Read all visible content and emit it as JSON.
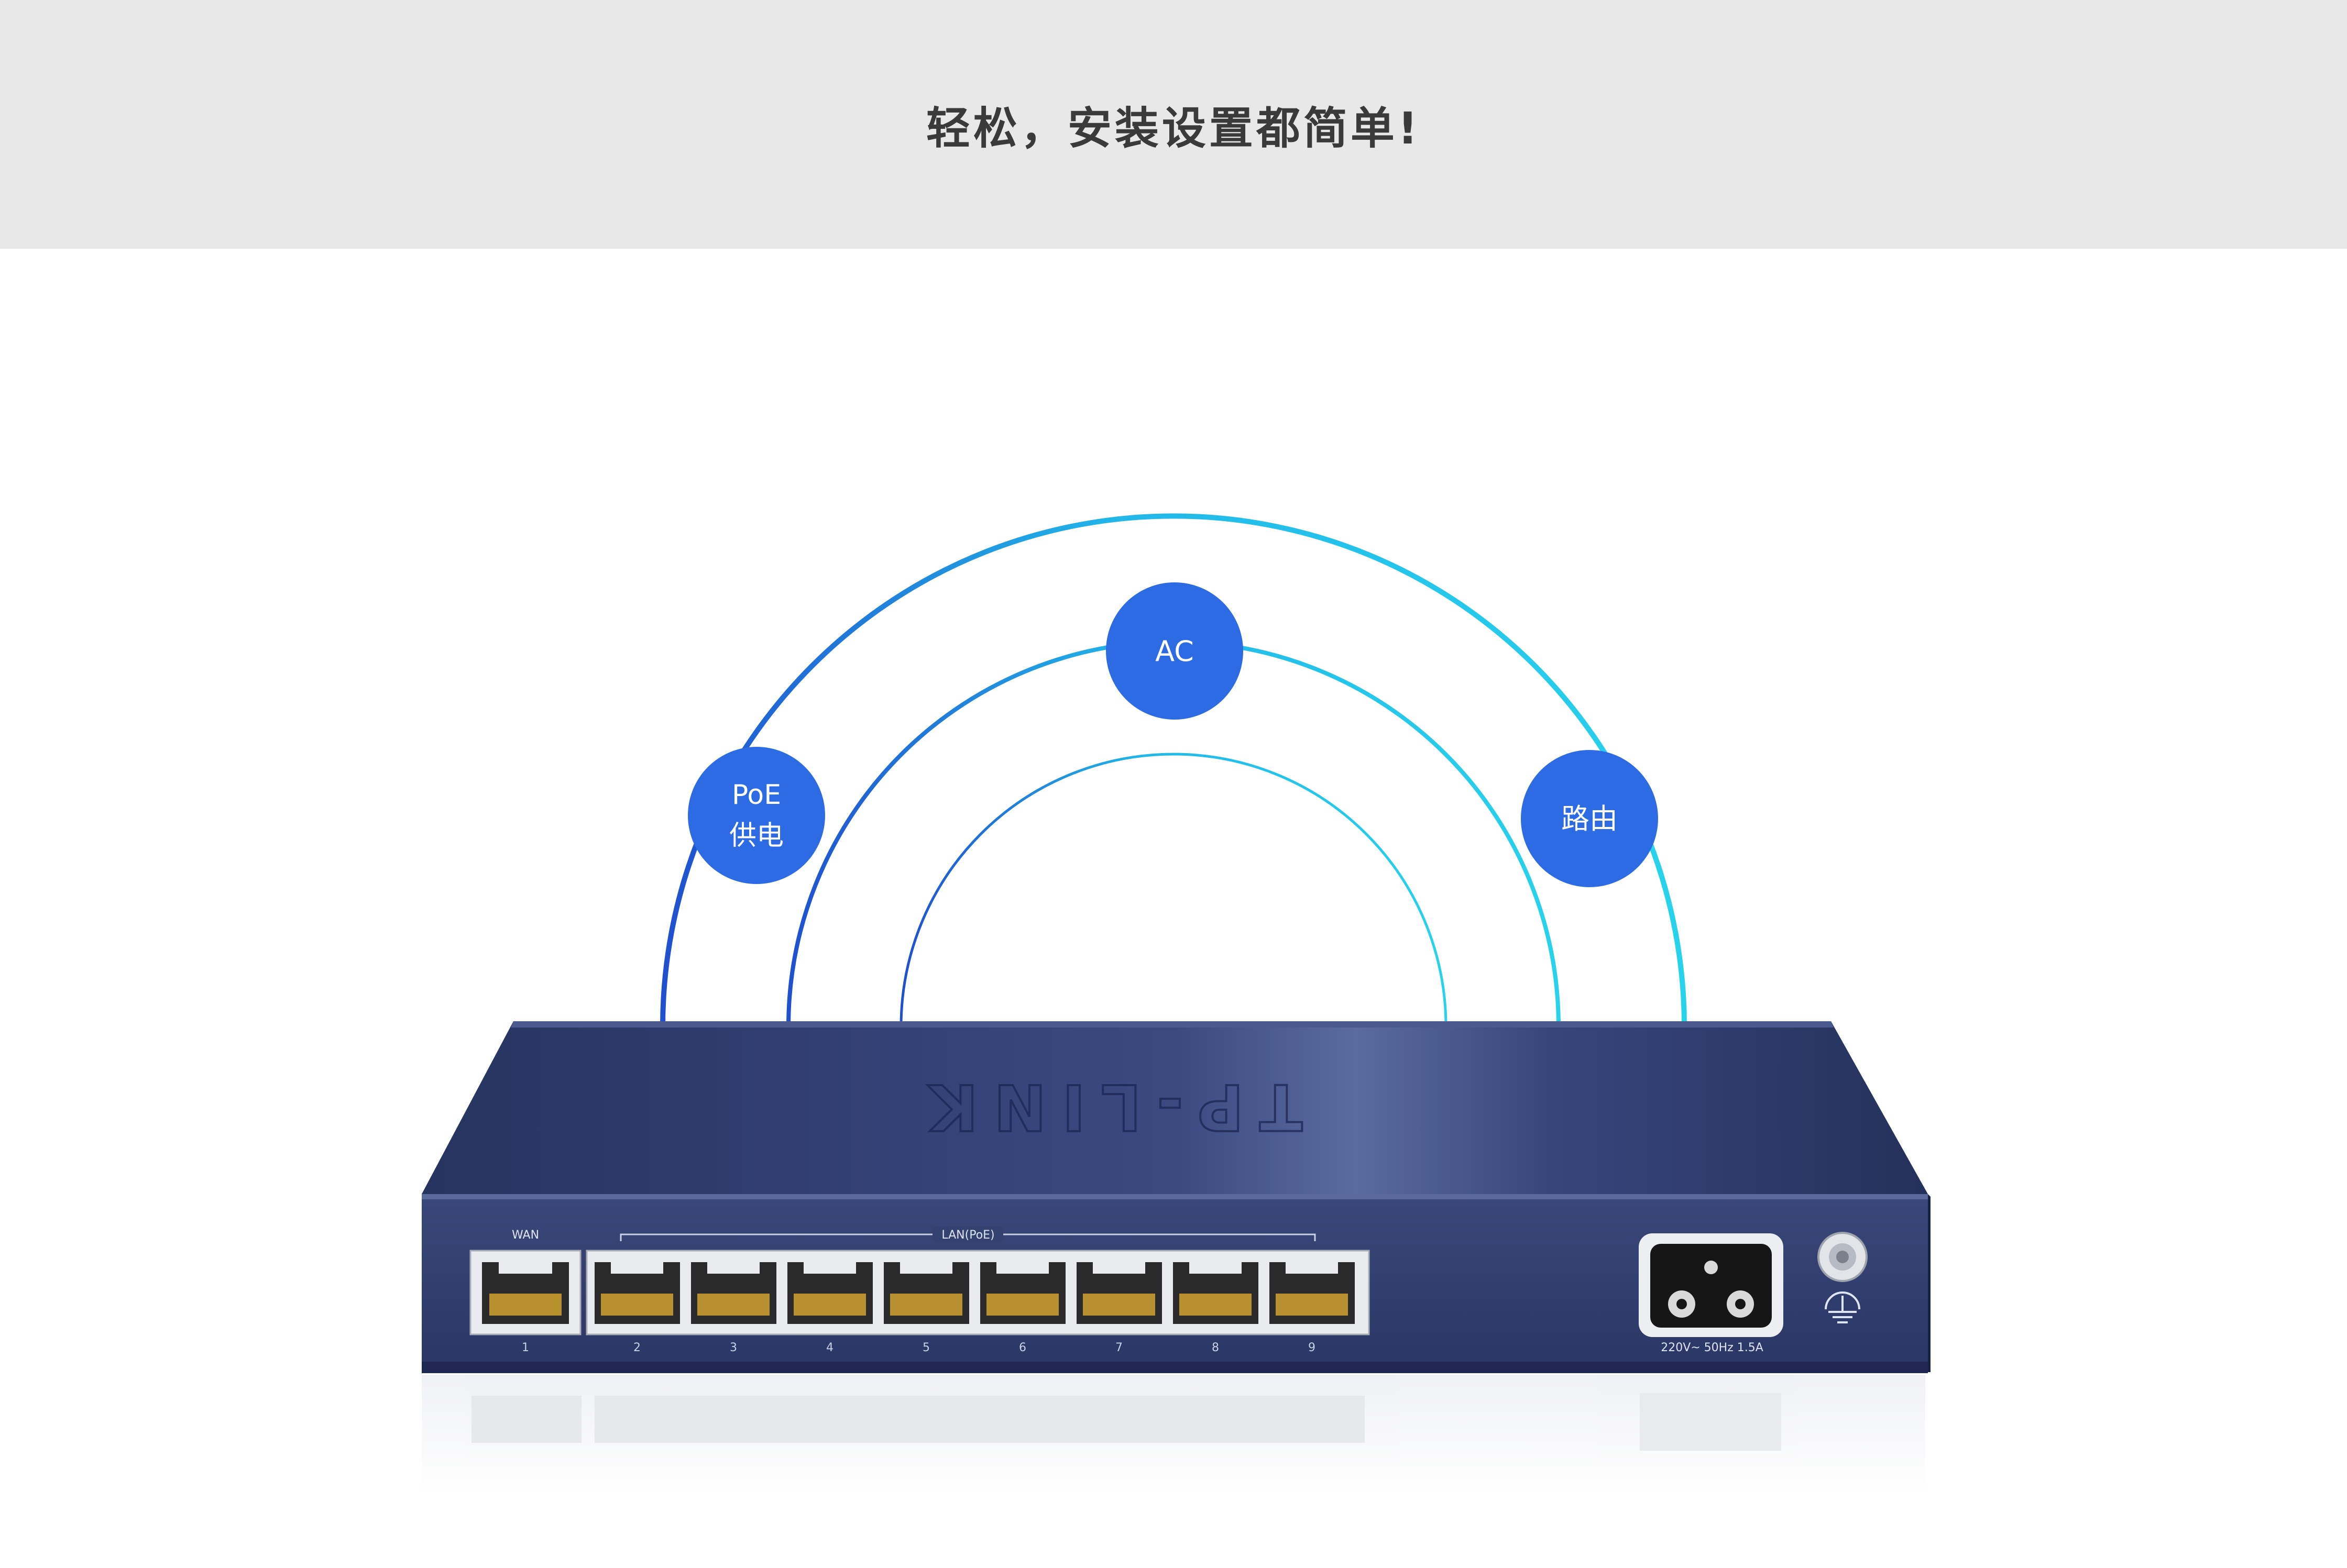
{
  "headline": "轻松，安装设置都简单!",
  "badges": {
    "poe": {
      "line1": "PoE",
      "line2": "供电"
    },
    "ac": {
      "label": "AC"
    },
    "router": {
      "label": "路由"
    }
  },
  "device": {
    "brand": "TP-LINK",
    "wan_label": "WAN",
    "lan_label": "LAN(PoE)",
    "port_numbers": [
      "1",
      "2",
      "3",
      "4",
      "5",
      "6",
      "7",
      "8",
      "9"
    ],
    "power_rating": "220V~ 50Hz 1.5A"
  },
  "colors": {
    "header_bg": "#e8e8e8",
    "badge_blue": "#2d6be4",
    "arc_cyan": "#23c4ea",
    "arc_blue": "#1f56d4",
    "device_body": "#2c3a6a"
  }
}
